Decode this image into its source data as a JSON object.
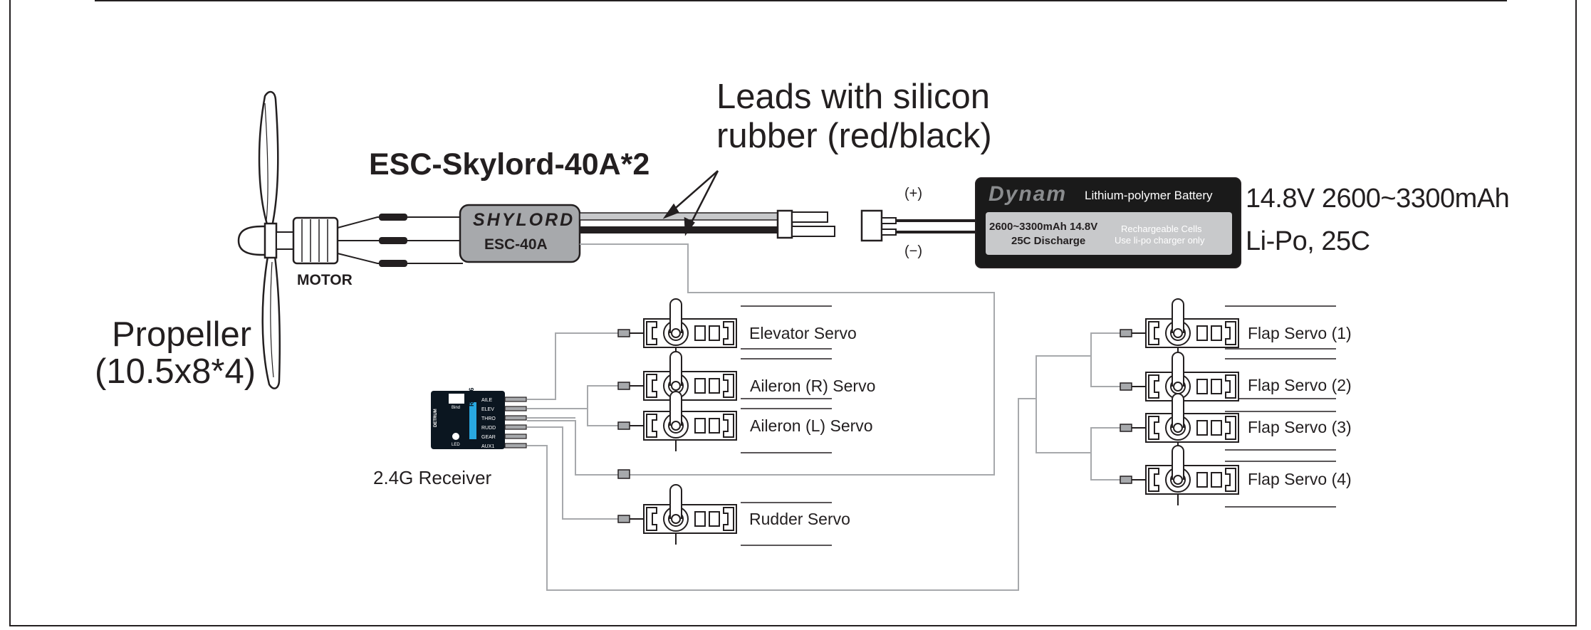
{
  "propeller": {
    "line1": "Propeller",
    "line2": "(10.5x8*4)"
  },
  "motor": {
    "label": "MOTOR"
  },
  "esc": {
    "title": "ESC-Skylord-40A*2",
    "brand": "SHYLORD",
    "model": "ESC-40A"
  },
  "leads": {
    "line1": "Leads with silicon",
    "line2": "rubber (red/black)"
  },
  "polarity": {
    "plus": "(+)",
    "minus": "(−)"
  },
  "battery": {
    "brand": "Dynam",
    "type": "Lithium-polymer Battery",
    "capacity_line": "2600~3300mAh 14.8V",
    "discharge_line": "25C Discharge",
    "note1": "Rechargeable Cells",
    "note2": "Use li-po charger only",
    "spec1": "14.8V 2600~3300mAh",
    "spec2": "Li-Po, 25C"
  },
  "receiver": {
    "label": "2.4G  Receiver",
    "channels": [
      "AILE",
      "ELEV",
      "THRO",
      "RUDD",
      "GEAR",
      "AUX1"
    ],
    "model": "RX-E6",
    "brand": "DETRUM",
    "bind": "Bind",
    "led": "LED"
  },
  "servos": {
    "elevator": "Elevator  Servo",
    "aileron_r": "Aileron (R) Servo",
    "aileron_l": "Aileron (L) Servo",
    "rudder": "Rudder  Servo",
    "flap1": "Flap Servo (1)",
    "flap2": "Flap Servo (2)",
    "flap3": "Flap Servo (3)",
    "flap4": "Flap Servo (4)"
  },
  "colors": {
    "ink": "#231f20",
    "wire": "#a7a9ac",
    "battery_body": "#1a1a1a",
    "esc_body": "#a7a9ac",
    "receiver_body": "#0b1620",
    "receiver_accent": "#29a8e0"
  }
}
